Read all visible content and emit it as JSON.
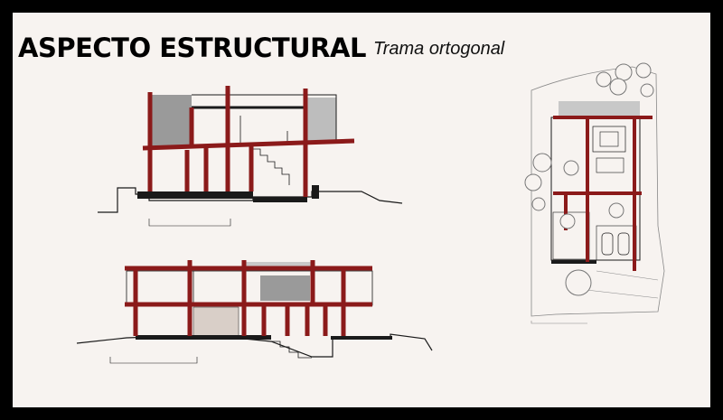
{
  "header": {
    "title": "ASPECTO ESTRUCTURAL",
    "subtitle": "Trama ortogonal"
  },
  "colors": {
    "background_frame": "#000000",
    "slide_background": "#f7f3f0",
    "structure_red": "#8b1a1a",
    "line_dark": "#1a1a1a",
    "wall_gray": "#9a9a9a",
    "tree_gray": "#777777"
  },
  "drawings": [
    {
      "id": "section-upper",
      "kind": "corte",
      "icon": "building-section"
    },
    {
      "id": "section-lower",
      "kind": "corte",
      "icon": "building-section"
    },
    {
      "id": "site-plan",
      "kind": "planta",
      "icon": "floor-plan"
    }
  ]
}
